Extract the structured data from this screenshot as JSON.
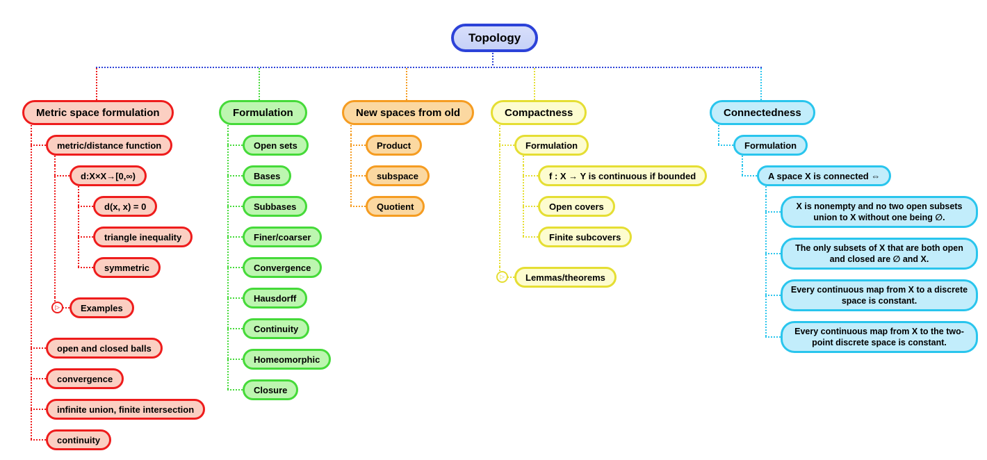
{
  "root": {
    "label": "Topology"
  },
  "icons": {
    "collapse_glyph": "▷"
  },
  "colors": {
    "trunk_line": "#2c42d8",
    "root_border": "#2c42d8",
    "root_fill": "#ccd6f8",
    "red_branch": "#ee1c1c",
    "red_fill": "#fbcfc2",
    "green_branch": "#45da39",
    "green_fill": "#bdf6b0",
    "orange_branch": "#f59c21",
    "orange_fill": "#fbd8a1",
    "yellow_branch": "#e5de33",
    "yellow_fill": "#fdfccf",
    "cyan_branch": "#29c5ed",
    "cyan_fill": "#c2edfb"
  },
  "branches": [
    {
      "label": "Metric space formulation",
      "color": "red",
      "children": [
        {
          "label": "metric/distance function",
          "children": [
            {
              "label": "d:X×X→[0,∞)",
              "children": [
                {
                  "label": "d(x, x) = 0"
                },
                {
                  "label": "triangle inequality"
                },
                {
                  "label": "symmetric"
                }
              ]
            },
            {
              "label": "Examples",
              "collapsed": true
            }
          ]
        },
        {
          "label": "open and closed balls"
        },
        {
          "label": "convergence"
        },
        {
          "label": "infinite union, finite intersection"
        },
        {
          "label": "continuity"
        }
      ]
    },
    {
      "label": "Formulation",
      "color": "green",
      "children": [
        {
          "label": "Open sets"
        },
        {
          "label": "Bases"
        },
        {
          "label": "Subbases"
        },
        {
          "label": "Finer/coarser"
        },
        {
          "label": "Convergence"
        },
        {
          "label": "Hausdorff"
        },
        {
          "label": "Continuity"
        },
        {
          "label": "Homeomorphic"
        },
        {
          "label": "Closure"
        }
      ]
    },
    {
      "label": "New spaces from old",
      "color": "orange",
      "children": [
        {
          "label": "Product"
        },
        {
          "label": "subspace"
        },
        {
          "label": "Quotient"
        }
      ]
    },
    {
      "label": "Compactness",
      "color": "yellow",
      "children": [
        {
          "label": "Formulation",
          "children": [
            {
              "label": "f : X → Y is continuous if bounded"
            },
            {
              "label": "Open covers"
            },
            {
              "label": "Finite subcovers"
            }
          ]
        },
        {
          "label": "Lemmas/theorems",
          "collapsed": true
        }
      ]
    },
    {
      "label": "Connectedness",
      "color": "cyan",
      "children": [
        {
          "label": "Formulation",
          "children": [
            {
              "label": "A space X is connected ⇔",
              "children": [
                {
                  "label": "X is nonempty and no two open subsets union to X without one being ∅."
                },
                {
                  "label": "The only subsets of X that are both open and closed are ∅ and X."
                },
                {
                  "label": "Every continuous map from X to a discrete space is constant."
                },
                {
                  "label": "Every continuous map from X to the two-point discrete space is constant."
                }
              ]
            }
          ]
        }
      ]
    }
  ]
}
